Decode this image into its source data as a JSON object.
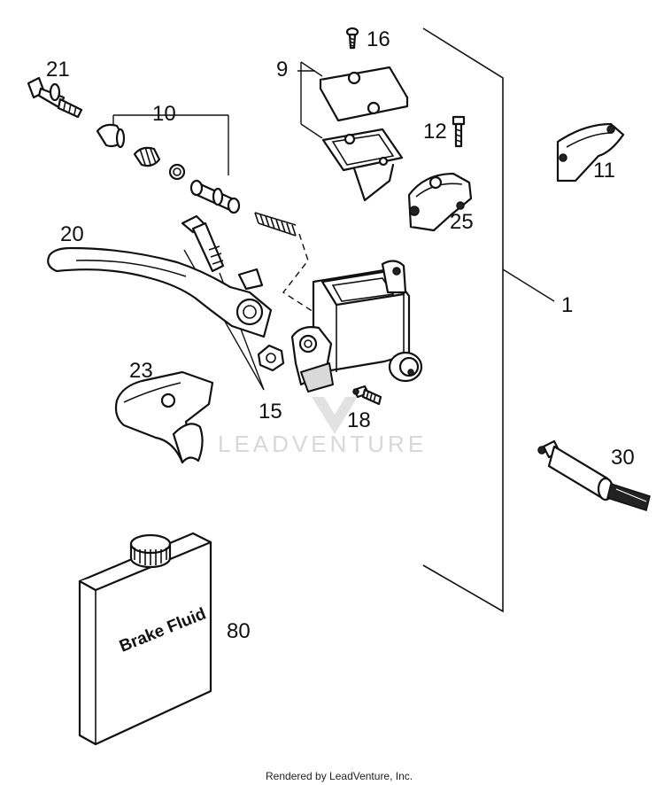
{
  "diagram": {
    "callouts": {
      "c1": "1",
      "c9": "9",
      "c10": "10",
      "c11": "11",
      "c12": "12",
      "c15": "15",
      "c16": "16",
      "c18": "18",
      "c20": "20",
      "c21": "21",
      "c23": "23",
      "c25": "25",
      "c30": "30",
      "c80": "80"
    },
    "brake_fluid_label": "Brake Fluid",
    "watermark": "LEADVENTURE",
    "footer": "Rendered by LeadVenture, Inc."
  }
}
